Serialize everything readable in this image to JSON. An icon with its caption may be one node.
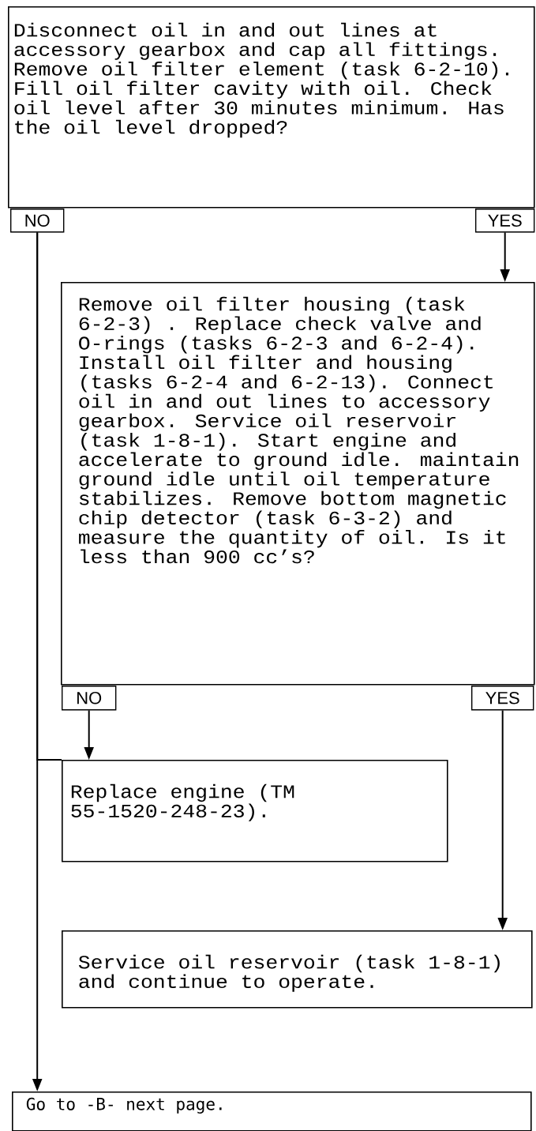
{
  "diagram": {
    "nodes": [
      {
        "text": [
          "Disconnect oil in and out lines at accessory gearbox and cap all fittings. Remove oil filter element (task 6-2-10). Fill oil filter cavity with oil. Check oil level after 30 minutes minimum. Has the oil level dropped?"
        ]
      },
      {
        "text": [
          "NO"
        ]
      },
      {
        "text": [
          "YES"
        ]
      },
      {
        "text": [
          "Remove oil filter housing (task 6-2-3) . Replace check valve and O-rings (tasks 6-2-3 and 6-2-4). Install oil filter and housing (tasks 6-2-4 and 6-2-13). Connect oil in and out lines to accessory gearbox. Service oil reservoir (task 1-8-1). Start engine and accelerate to ground idle. maintain ground idle until oil temperature stabilizes. Remove bottom magnetic chip detector (task 6-3-2) and measure the quantity of oil. Is it less than 900 cc’s?"
        ]
      },
      {
        "text": [
          "NO"
        ]
      },
      {
        "text": [
          "YES"
        ]
      },
      {
        "text": [
          "Replace engine (TM 55-1520-248-23)."
        ]
      },
      {
        "text": [
          "Service oil reservoir (task 1-8-1) and continue to operate."
        ]
      },
      {
        "text": [
          "Go to -B- next page."
        ]
      }
    ],
    "edges": [
      {
        "from": 1,
        "to": 8,
        "arrow": "to"
      },
      {
        "from": 2,
        "to": 3,
        "arrow": "to"
      },
      {
        "from": 4,
        "to": 6,
        "arrow": "to"
      },
      {
        "from": 5,
        "to": 7,
        "arrow": "to"
      },
      {
        "from": 1,
        "to": 6,
        "arrow": "none"
      }
    ]
  }
}
